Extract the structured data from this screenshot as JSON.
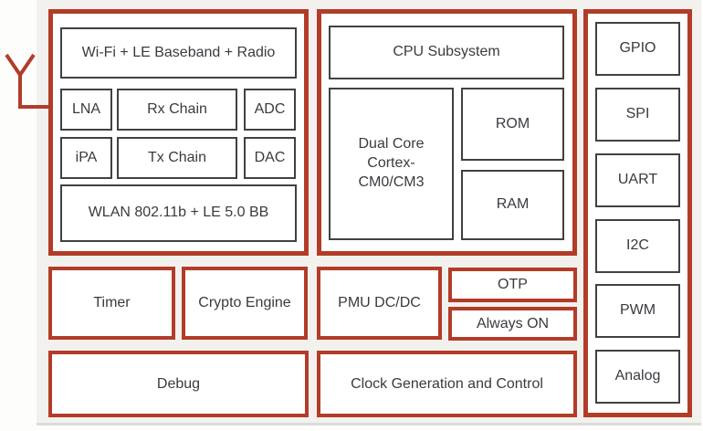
{
  "colors": {
    "accent_red": "#b23c28",
    "inner_border": "#414141",
    "text": "#383b40",
    "canvas_bg": "#f2f1ee",
    "box_fill": "#ffffff"
  },
  "diagram": {
    "antenna_icon": "antenna",
    "rf_block": {
      "title": "Wi-Fi + LE Baseband + Radio",
      "rx_row": [
        "LNA",
        "Rx Chain",
        "ADC"
      ],
      "tx_row": [
        "iPA",
        "Tx Chain",
        "DAC"
      ],
      "baseband": "WLAN 802.11b + LE 5.0 BB"
    },
    "cpu_block": {
      "title": "CPU Subsystem",
      "core_lines": [
        "Dual Core",
        "Cortex-",
        "CM0/CM3"
      ],
      "rom": "ROM",
      "ram": "RAM"
    },
    "peripheral_block": {
      "items": [
        "GPIO",
        "SPI",
        "UART",
        "I2C",
        "PWM",
        "Analog"
      ]
    },
    "mid_row": {
      "timer": "Timer",
      "crypto": "Crypto Engine",
      "pmu": "PMU DC/DC",
      "otp": "OTP",
      "always_on": "Always ON"
    },
    "bottom_row": {
      "debug": "Debug",
      "clock": "Clock Generation and Control"
    }
  }
}
